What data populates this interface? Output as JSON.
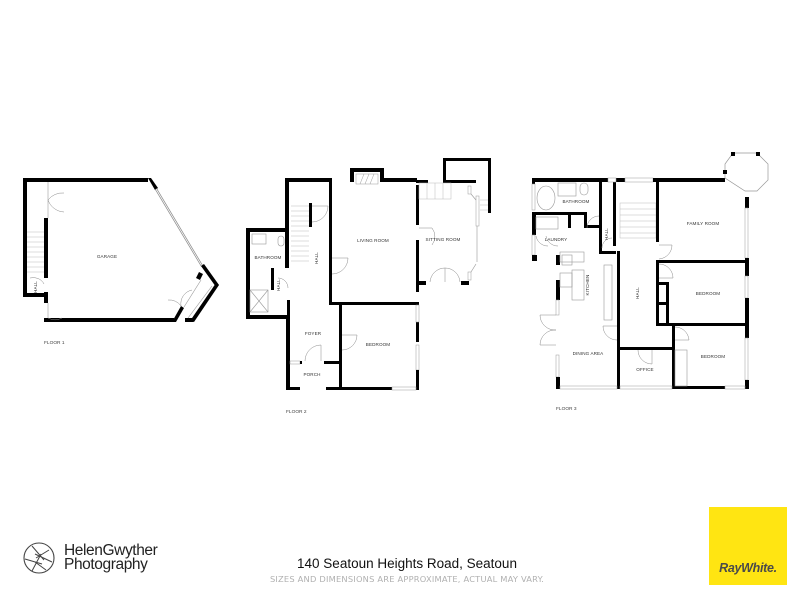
{
  "floors": [
    {
      "label": "FLOOR 1",
      "rooms": {
        "garage": "GARAGE",
        "hall": "HALL"
      }
    },
    {
      "label": "FLOOR 2",
      "rooms": {
        "living_room": "LIVING ROOM",
        "sitting_room": "SITTING ROOM",
        "bathroom": "BATHROOM",
        "hall_main": "HALL",
        "hall_small": "HALL",
        "foyer": "FOYER",
        "bedroom": "BEDROOM",
        "porch": "PORCH"
      }
    },
    {
      "label": "FLOOR 3",
      "rooms": {
        "bathroom": "BATHROOM",
        "laundry": "LAUNDRY",
        "hall_small": "HALL",
        "kitchen": "KITCHEN",
        "hall_main": "HALL",
        "family_room": "FAMILY ROOM",
        "bedroom_1": "BEDROOM",
        "bedroom_2": "BEDROOM",
        "dining_area": "DINING AREA",
        "office": "OFFICE"
      }
    }
  ],
  "footer": {
    "brand_line1": "HelenGwyther",
    "brand_line2": "Photography",
    "address": "140 Seatoun Heights Road, Seatoun",
    "disclaimer": "SIZES AND DIMENSIONS ARE APPROXIMATE, ACTUAL MAY VARY.",
    "agency": "RayWhite.",
    "agency_color": "#ffe512",
    "icons": {
      "brand_logo": "camera-aperture-icon"
    }
  }
}
